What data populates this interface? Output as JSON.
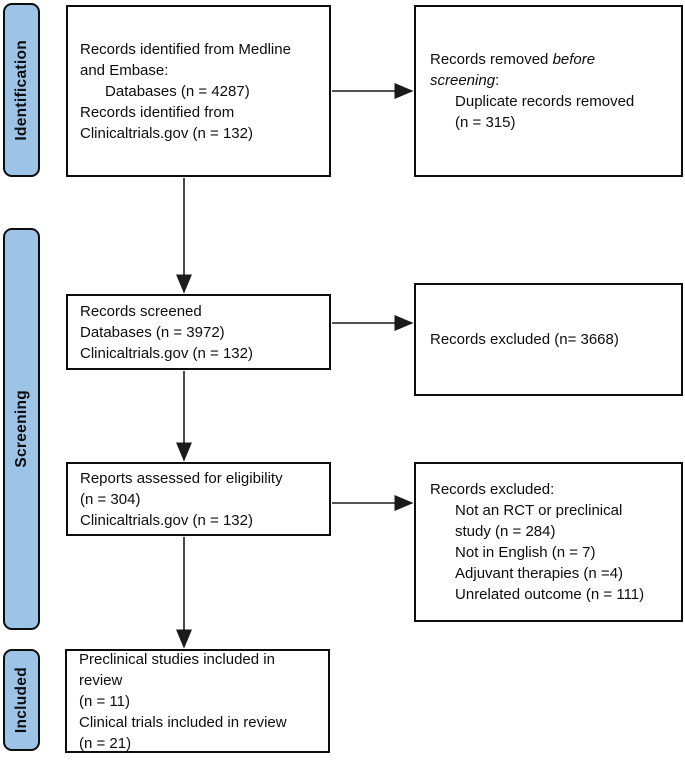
{
  "diagram": {
    "type": "prisma-flow-diagram",
    "colors": {
      "stage_fill": "#9dc3e6",
      "stage_border": "#0d0d0d",
      "box_border": "#0d0d0d",
      "arrow": "#1a1a1a",
      "background": "#ffffff",
      "text": "#0d0d0d"
    },
    "stages": {
      "identification": "Identification",
      "screening": "Screening",
      "included": "Included"
    },
    "boxes": {
      "records_identified": {
        "lines": [
          [
            {
              "t": "Records identified from Medline"
            }
          ],
          [
            {
              "t": "and Embase:"
            }
          ],
          [
            {
              "t": "      Databases (n = 4287)"
            }
          ],
          [
            {
              "t": "Records identified from"
            }
          ],
          [
            {
              "t": "Clinicaltrials.gov (n = 132)"
            }
          ]
        ]
      },
      "records_removed": {
        "lines": [
          [
            {
              "t": "Records removed "
            },
            {
              "t": "before",
              "i": true
            }
          ],
          [
            {
              "t": "screening",
              "i": true
            },
            {
              "t": ":"
            }
          ],
          [
            {
              "t": "      Duplicate records removed"
            }
          ],
          [
            {
              "t": "      (n = 315)"
            }
          ]
        ]
      },
      "records_screened": {
        "lines": [
          [
            {
              "t": "Records screened"
            }
          ],
          [
            {
              "t": "Databases (n = 3972)"
            }
          ],
          [
            {
              "t": "Clinicaltrials.gov (n = 132)"
            }
          ]
        ]
      },
      "records_excluded_screening": {
        "lines": [
          [
            {
              "t": "Records excluded (n= 3668)"
            }
          ]
        ]
      },
      "reports_assessed": {
        "lines": [
          [
            {
              "t": "Reports assessed for eligibility"
            }
          ],
          [
            {
              "t": "(n = 304)"
            }
          ],
          [
            {
              "t": "Clinicaltrials.gov (n = 132)"
            }
          ]
        ]
      },
      "records_excluded_eligibility": {
        "lines": [
          [
            {
              "t": "Records excluded:"
            }
          ],
          [
            {
              "t": "      Not an RCT or preclinical"
            }
          ],
          [
            {
              "t": "      study (n = 284)"
            }
          ],
          [
            {
              "t": "      Not in English (n = 7)"
            }
          ],
          [
            {
              "t": "      Adjuvant therapies (n =4)"
            }
          ],
          [
            {
              "t": "      Unrelated outcome (n = 111)"
            }
          ]
        ]
      },
      "included_studies": {
        "lines": [
          [
            {
              "t": "Preclinical studies included in"
            }
          ],
          [
            {
              "t": "review"
            }
          ],
          [
            {
              "t": "(n = 11)"
            }
          ],
          [
            {
              "t": "Clinical trials included in review"
            }
          ],
          [
            {
              "t": "(n = 21)"
            }
          ]
        ]
      }
    }
  }
}
